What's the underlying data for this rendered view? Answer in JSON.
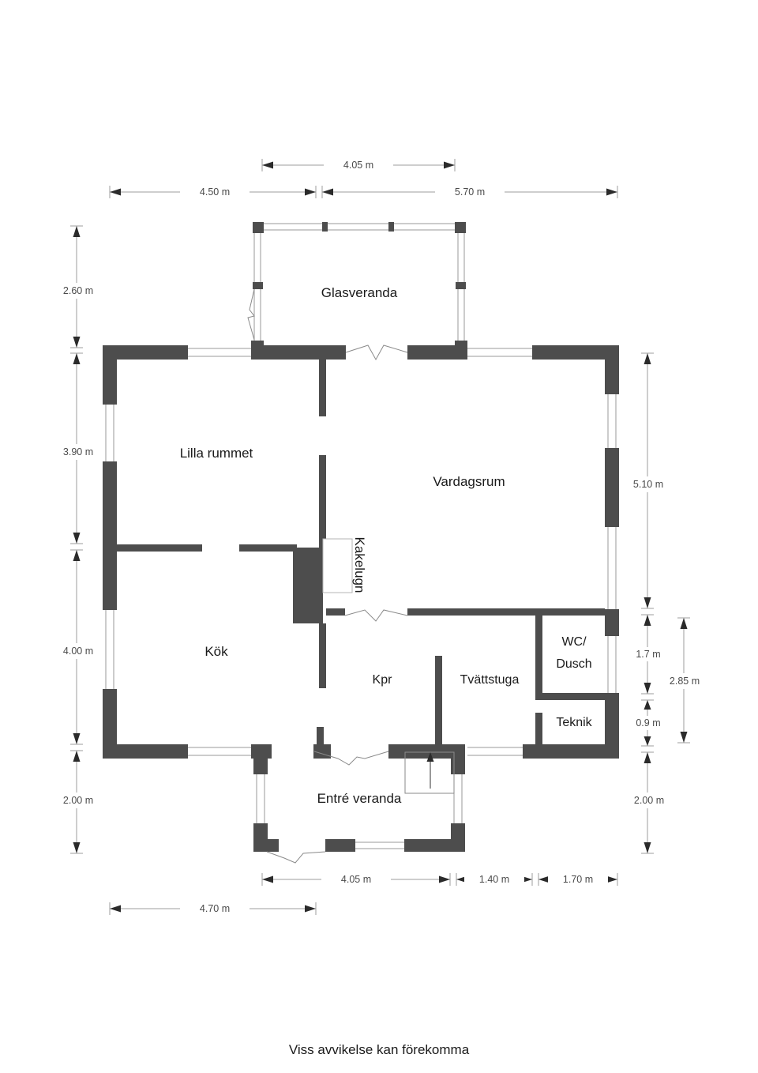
{
  "document": {
    "type": "floor-plan",
    "footer_note": "Viss avvikelse kan förekomma"
  },
  "rooms": [
    {
      "key": "glasveranda",
      "label": "Glasveranda"
    },
    {
      "key": "lilla_rummet",
      "label": "Lilla rummet"
    },
    {
      "key": "vardagsrum",
      "label": "Vardagsrum"
    },
    {
      "key": "kakelugn",
      "label": "Kakelugn"
    },
    {
      "key": "kok",
      "label": "Kök"
    },
    {
      "key": "kpr",
      "label": "Kpr"
    },
    {
      "key": "tvattstuga",
      "label": "Tvättstuga"
    },
    {
      "key": "wc_dusch_line1",
      "label": "WC/"
    },
    {
      "key": "wc_dusch_line2",
      "label": "Dusch"
    },
    {
      "key": "teknik",
      "label": "Teknik"
    },
    {
      "key": "entre_veranda",
      "label": "Entré veranda"
    }
  ],
  "dimensions": {
    "top": [
      {
        "key": "top_405",
        "label": "4.05 m"
      },
      {
        "key": "top_450",
        "label": "4.50 m"
      },
      {
        "key": "top_570",
        "label": "5.70 m"
      }
    ],
    "left": [
      {
        "key": "left_260",
        "label": "2.60 m"
      },
      {
        "key": "left_390",
        "label": "3.90 m"
      },
      {
        "key": "left_400",
        "label": "4.00 m"
      },
      {
        "key": "left_200",
        "label": "2.00 m"
      }
    ],
    "right": [
      {
        "key": "right_510",
        "label": "5.10 m"
      },
      {
        "key": "right_17",
        "label": "1.7 m"
      },
      {
        "key": "right_09",
        "label": "0.9 m"
      },
      {
        "key": "right_200",
        "label": "2.00 m"
      },
      {
        "key": "right_285",
        "label": "2.85 m"
      }
    ],
    "bottom": [
      {
        "key": "bot_405",
        "label": "4.05 m"
      },
      {
        "key": "bot_140",
        "label": "1.40 m"
      },
      {
        "key": "bot_170",
        "label": "1.70 m"
      },
      {
        "key": "bot_470",
        "label": "4.70 m"
      }
    ]
  },
  "colors": {
    "wall": "#4d4d4d",
    "background": "#ffffff",
    "dimension_line": "#9e9e9e",
    "text": "#1a1a1a",
    "window_frame": "#9a9a9a"
  }
}
